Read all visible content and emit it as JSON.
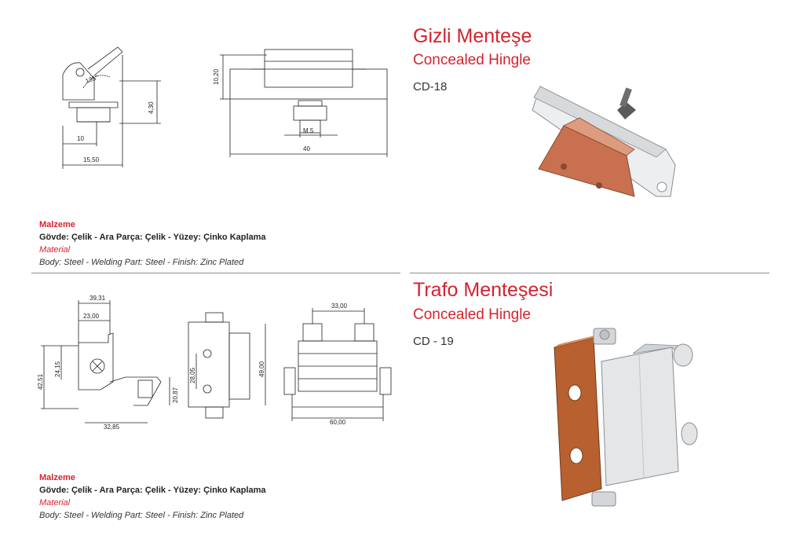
{
  "products": [
    {
      "title_tr": "Gizli Menteşe",
      "title_en": "Concealed Hingle",
      "code": "CD-18",
      "material_label": "Malzeme",
      "material_tr": "Gövde: Çelik - Ara Parça: Çelik - Yüzey: Çinko Kaplama",
      "material_label_en": "Material",
      "material_en": "Body: Steel - Welding Part: Steel - Finish: Zinc Plated",
      "dims": {
        "angle": "135°",
        "d1": "10",
        "d2": "15,50",
        "d3": "4,30",
        "d4": "10,20",
        "d5": "M 5",
        "d6": "40"
      }
    },
    {
      "title_tr": "Trafo Menteşesi",
      "title_en": "Concealed Hingle",
      "code": "CD - 19",
      "material_label": "Malzeme",
      "material_tr": "Gövde: Çelik - Ara Parça: Çelik - Yüzey: Çinko Kaplama",
      "material_label_en": "Material",
      "material_en": "Body: Steel - Welding Part: Steel - Finish: Zinc Plated",
      "dims": {
        "a": "39,31",
        "b": "23,00",
        "c": "24,15",
        "d": "42,51",
        "e": "20,87",
        "f": "32,85",
        "g": "28,05",
        "h": "49,00",
        "i": "33,00",
        "j": "60,00"
      }
    }
  ],
  "colors": {
    "accent": "#d4232e",
    "copper": "#c8704f",
    "steel": "#e6e8ea"
  }
}
